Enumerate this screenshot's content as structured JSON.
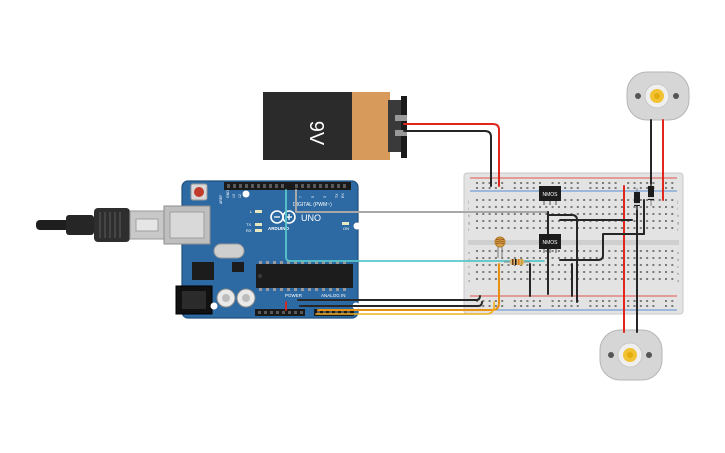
{
  "battery": {
    "label": "9V",
    "body_color": "#2b2b2b",
    "cap_color": "#d89a5a"
  },
  "arduino": {
    "logo_text": "UNO",
    "brand_text": "ARDUINO",
    "digital_label": "DIGITAL (PWM~)",
    "power_label": "POWER",
    "analog_label": "ANALOG IN",
    "tx_label": "TX",
    "rx_label": "RX",
    "l_label": "L",
    "on_label": "ON",
    "aref_label": "AREF",
    "board_color": "#2d6aa3"
  },
  "mosfets": [
    {
      "label": "NMOS"
    },
    {
      "label": "NMOS"
    }
  ],
  "breadboard": {
    "row_letters_top": [
      "j",
      "i",
      "h",
      "g",
      "f"
    ],
    "row_letters_bottom": [
      "e",
      "d",
      "c",
      "b",
      "a"
    ]
  },
  "wire_colors": {
    "red": "#e0261d",
    "black": "#262626",
    "gray": "#a8a8a8",
    "cyan": "#58c7c9",
    "orange": "#e8900f"
  }
}
